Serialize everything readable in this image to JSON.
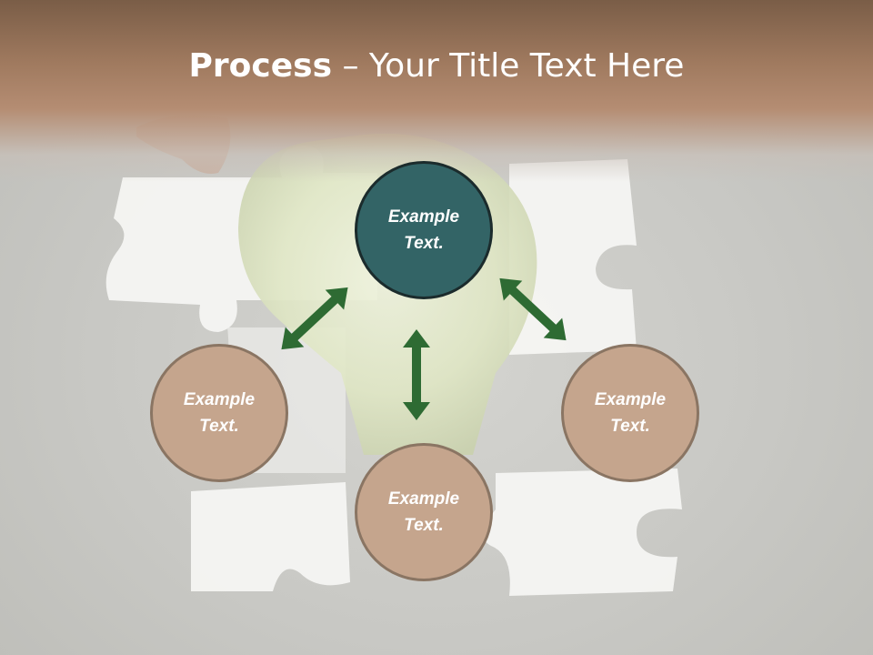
{
  "title": {
    "bold": "Process",
    "rest": " – Your Title Text Here"
  },
  "nodes": {
    "top": "Example Text.",
    "left": "Example Text.",
    "right": "Example Text.",
    "bottom": "Example Text."
  },
  "colors": {
    "accent": "#336466",
    "node": "#c5a58d",
    "arrow": "#2e6b33",
    "header": "#a07a5f"
  }
}
